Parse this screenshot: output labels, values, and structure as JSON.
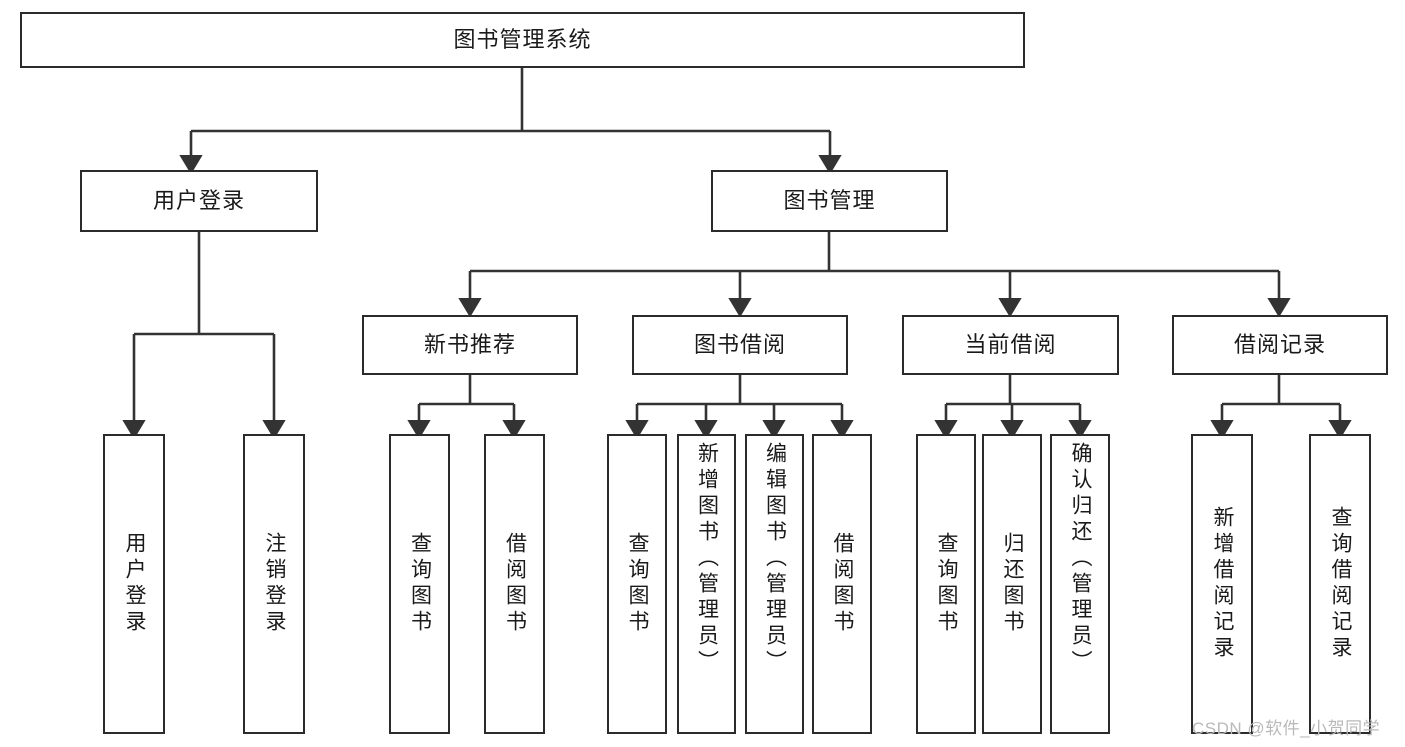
{
  "diagram": {
    "type": "tree-hierarchy-diagram",
    "title": "图书管理系统",
    "colors": {
      "box_border": "#2b2b2b",
      "box_fill": "#ffffff",
      "edge": "#333333",
      "text": "#1a1a1a",
      "watermark": "#b9b9b9",
      "background": "#ffffff"
    },
    "root": {
      "label": "图书管理系统"
    },
    "level2": [
      {
        "id": "user-login",
        "label": "用户登录"
      },
      {
        "id": "book-management",
        "label": "图书管理"
      }
    ],
    "level3": [
      {
        "id": "new-book-recommend",
        "label": "新书推荐",
        "parent": "book-management"
      },
      {
        "id": "book-borrow",
        "label": "图书借阅",
        "parent": "book-management"
      },
      {
        "id": "current-borrow",
        "label": "当前借阅",
        "parent": "book-management"
      },
      {
        "id": "borrow-record",
        "label": "借阅记录",
        "parent": "book-management"
      }
    ],
    "leaves": [
      {
        "id": "leaf-user-login",
        "label": "用户登录",
        "parent": "user-login"
      },
      {
        "id": "leaf-logout",
        "label": "注销登录",
        "parent": "user-login"
      },
      {
        "id": "leaf-query-book-1",
        "label": "查询图书",
        "parent": "new-book-recommend"
      },
      {
        "id": "leaf-borrow-book-1",
        "label": "借阅图书",
        "parent": "new-book-recommend"
      },
      {
        "id": "leaf-query-book-2",
        "label": "查询图书",
        "parent": "book-borrow"
      },
      {
        "id": "leaf-add-book",
        "label": "新增图书（管理员）",
        "parent": "book-borrow"
      },
      {
        "id": "leaf-edit-book",
        "label": "编辑图书（管理员）",
        "parent": "book-borrow"
      },
      {
        "id": "leaf-borrow-book-2",
        "label": "借阅图书",
        "parent": "book-borrow"
      },
      {
        "id": "leaf-query-book-3",
        "label": "查询图书",
        "parent": "current-borrow"
      },
      {
        "id": "leaf-return-book",
        "label": "归还图书",
        "parent": "current-borrow"
      },
      {
        "id": "leaf-confirm-return",
        "label": "确认归还（管理员）",
        "parent": "current-borrow"
      },
      {
        "id": "leaf-add-record",
        "label": "新增借阅记录",
        "parent": "borrow-record"
      },
      {
        "id": "leaf-query-record",
        "label": "查询借阅记录",
        "parent": "borrow-record"
      }
    ],
    "watermark": "CSDN @软件_小贺同学"
  }
}
